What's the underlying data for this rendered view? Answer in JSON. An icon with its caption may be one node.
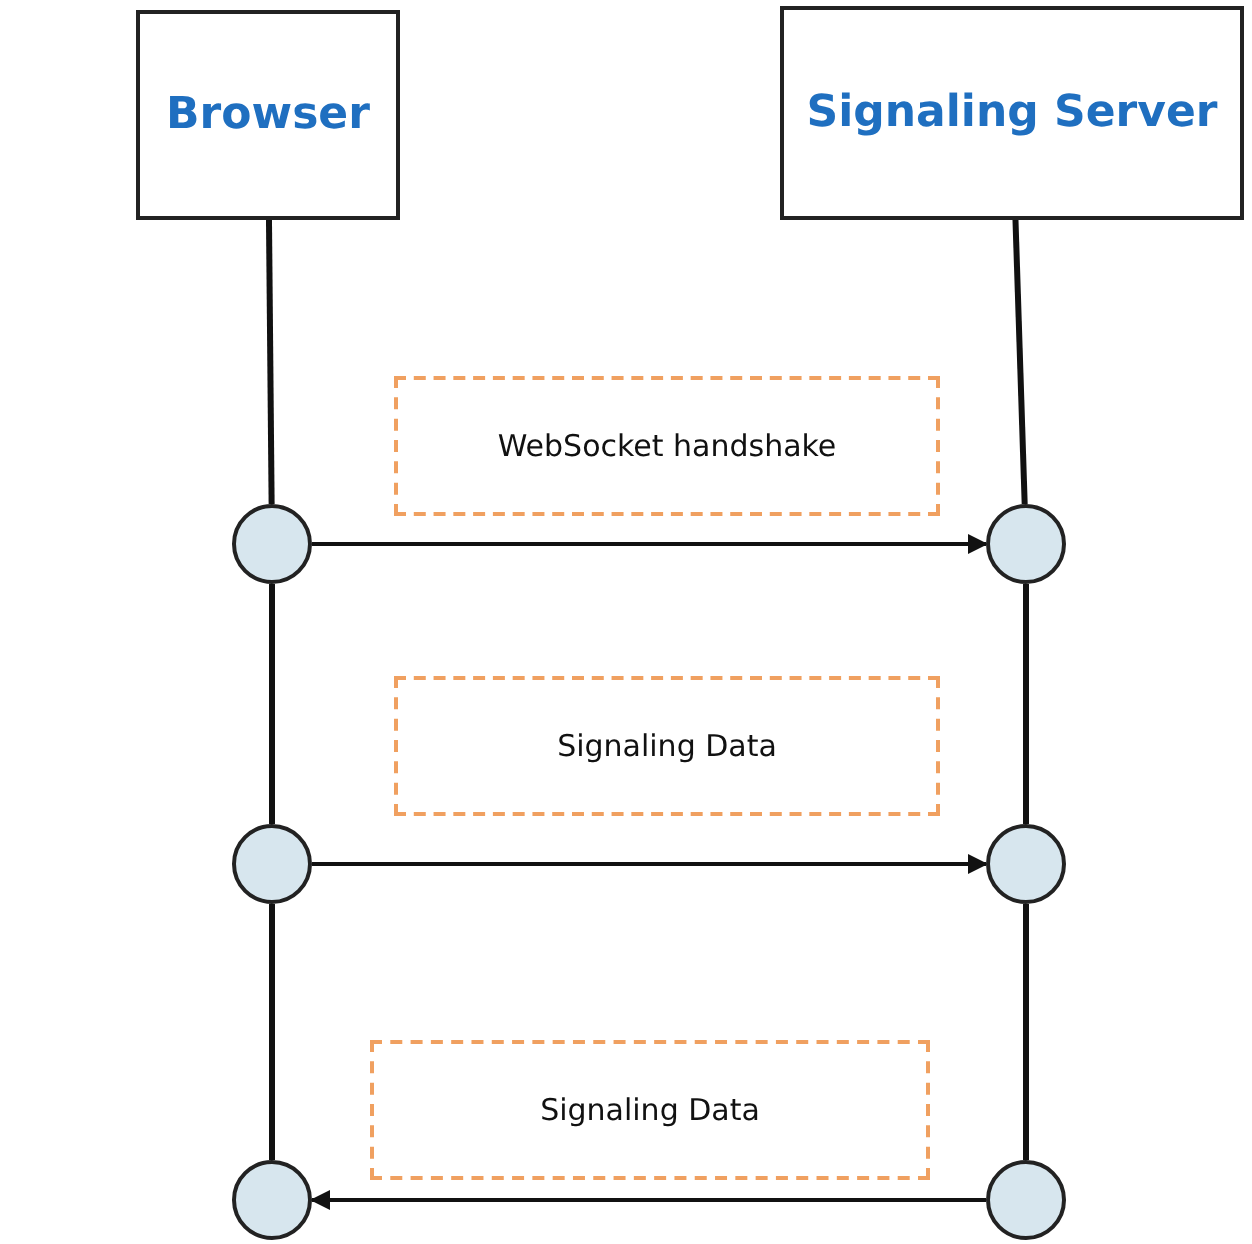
{
  "diagram": {
    "nodes": [
      {
        "text": [
          "Browser"
        ]
      },
      {
        "text": [
          "Signaling Server"
        ]
      },
      {
        "text": [],
        "shape": "circle"
      },
      {
        "text": [],
        "shape": "circle"
      },
      {
        "text": [],
        "shape": "circle"
      },
      {
        "text": [],
        "shape": "circle"
      },
      {
        "text": [],
        "shape": "circle"
      },
      {
        "text": [],
        "shape": "circle"
      }
    ],
    "edges": [
      {
        "from": 0,
        "to": 2,
        "arrow": "none"
      },
      {
        "from": 2,
        "to": 4,
        "arrow": "none"
      },
      {
        "from": 4,
        "to": 6,
        "arrow": "none"
      },
      {
        "from": 1,
        "to": 3,
        "arrow": "none"
      },
      {
        "from": 3,
        "to": 5,
        "arrow": "none"
      },
      {
        "from": 5,
        "to": 7,
        "arrow": "none"
      },
      {
        "from": 2,
        "to": 3,
        "arrow": "to",
        "label": "WebSocket handshake"
      },
      {
        "from": 4,
        "to": 5,
        "arrow": "to",
        "label": "Signaling Data"
      },
      {
        "from": 7,
        "to": 6,
        "arrow": "to",
        "label": "Signaling Data"
      }
    ]
  }
}
